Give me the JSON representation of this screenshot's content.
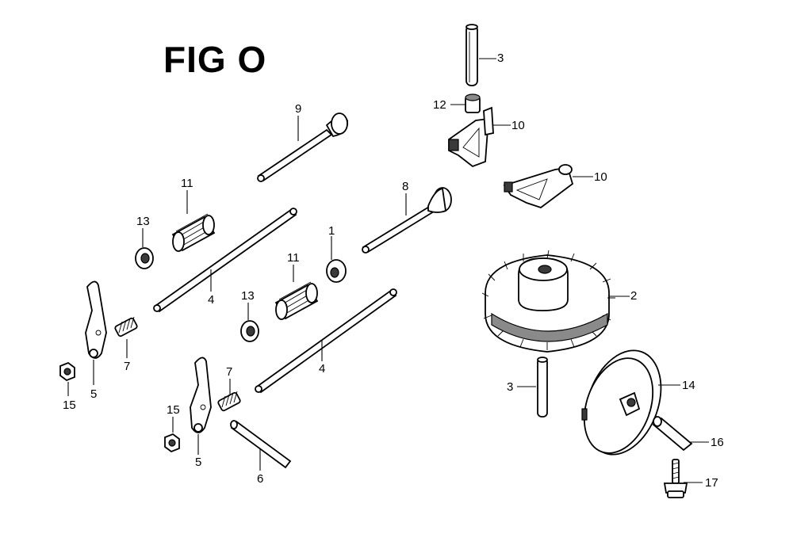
{
  "figure": {
    "title": "FIG O",
    "callouts": {
      "c1": "1",
      "c2": "2",
      "c3a": "3",
      "c3b": "3",
      "c4a": "4",
      "c4b": "4",
      "c5a": "5",
      "c5b": "5",
      "c6": "6",
      "c7a": "7",
      "c7b": "7",
      "c8": "8",
      "c9": "9",
      "c10a": "10",
      "c10b": "10",
      "c11a": "11",
      "c11b": "11",
      "c12": "12",
      "c13a": "13",
      "c13b": "13",
      "c14": "14",
      "c15a": "15",
      "c15b": "15",
      "c16": "16",
      "c17": "17"
    }
  }
}
